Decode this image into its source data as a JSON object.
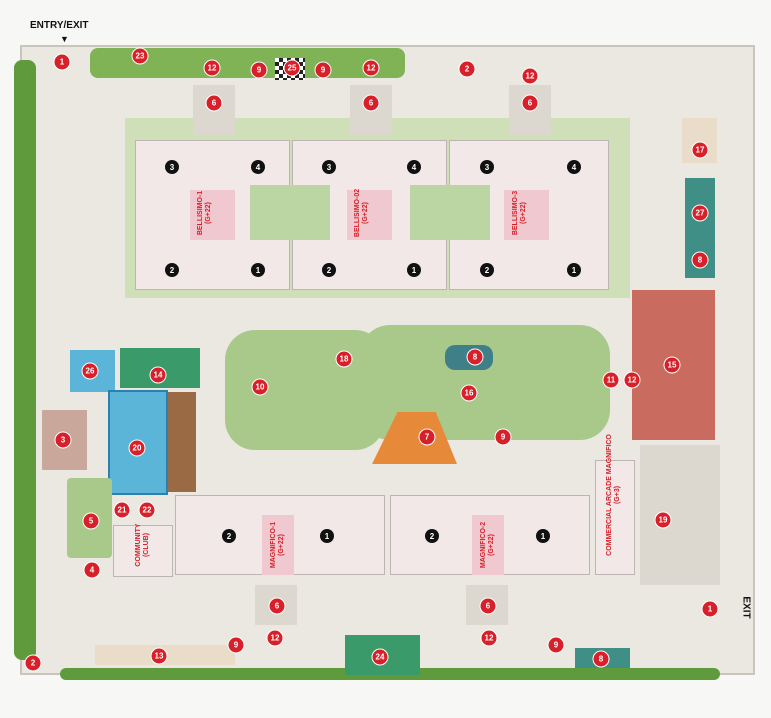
{
  "labels": {
    "entry_exit": "ENTRY/EXIT",
    "exit": "EXIT"
  },
  "towers": [
    {
      "name": "BELLISIMO-1",
      "floors": "(G+22)"
    },
    {
      "name": "BELLISIMO-02",
      "floors": "(G+22)"
    },
    {
      "name": "BELLISIMO-3",
      "floors": "(G+22)"
    },
    {
      "name": "MAGNIFICO-1",
      "floors": "(G+22)"
    },
    {
      "name": "MAGNIFICO-2",
      "floors": "(G+22)"
    },
    {
      "name": "COMMUNITY",
      "floors": "(CLUB)"
    },
    {
      "name": "COMMERCIAL ARCADE MAGNIFICO",
      "floors": "(G+3)"
    }
  ],
  "amenity_markers": [
    "1",
    "23",
    "12",
    "9",
    "25",
    "9",
    "12",
    "2",
    "12",
    "6",
    "6",
    "6",
    "17",
    "27",
    "8",
    "18",
    "8",
    "10",
    "16",
    "11",
    "12",
    "15",
    "26",
    "14",
    "3",
    "20",
    "7",
    "9",
    "5",
    "21",
    "22",
    "4",
    "19",
    "6",
    "6",
    "1",
    "12",
    "12",
    "9",
    "9",
    "2",
    "13",
    "24",
    "8"
  ],
  "unit_markers": [
    "3",
    "4",
    "3",
    "4",
    "3",
    "4",
    "2",
    "1",
    "2",
    "1",
    "2",
    "1",
    "2",
    "1",
    "2",
    "1"
  ],
  "colors": {
    "marker": "#d8202a",
    "lawn": "#a9c98a",
    "pool": "#5bb5d8",
    "court": "#c96b5e"
  }
}
